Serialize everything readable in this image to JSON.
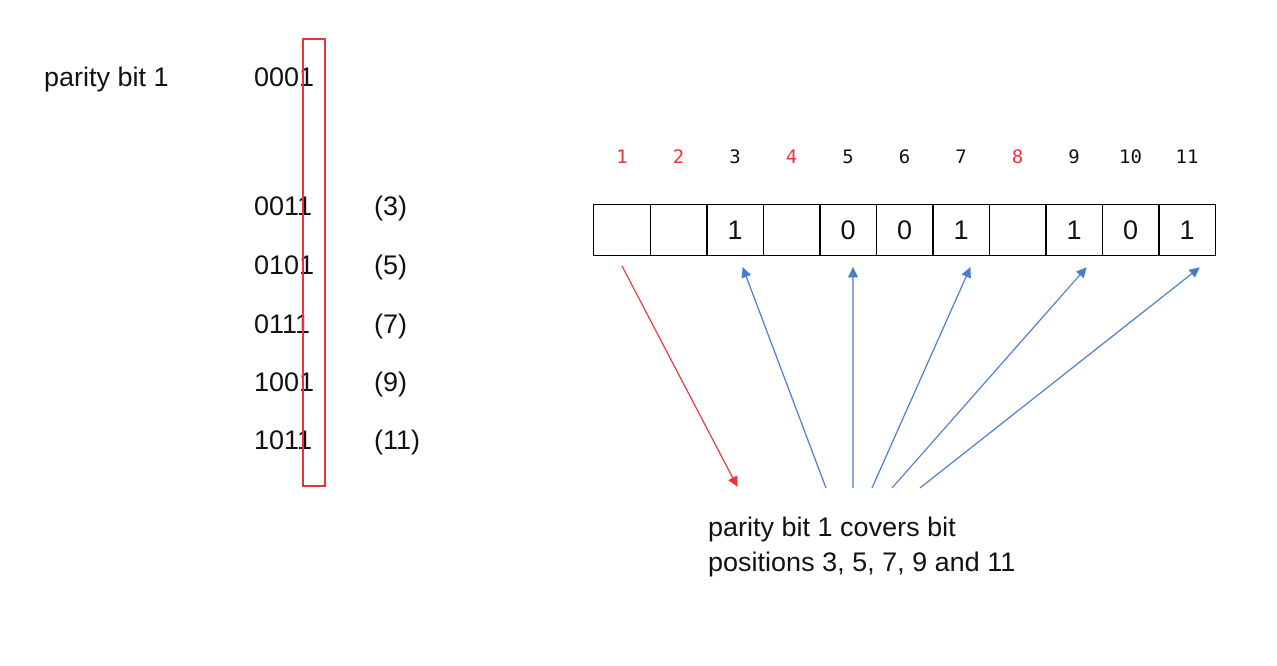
{
  "parity_label": "parity bit 1",
  "first_code": "0001",
  "codes": [
    {
      "bits": "0011",
      "pos": "(3)"
    },
    {
      "bits": "0101",
      "pos": "(5)"
    },
    {
      "bits": "0111",
      "pos": "(7)"
    },
    {
      "bits": "1001",
      "pos": "(9)"
    },
    {
      "bits": "1011",
      "pos": "(11)"
    }
  ],
  "positions": [
    {
      "n": "1",
      "parity": true
    },
    {
      "n": "2",
      "parity": true
    },
    {
      "n": "3",
      "parity": false
    },
    {
      "n": "4",
      "parity": true
    },
    {
      "n": "5",
      "parity": false
    },
    {
      "n": "6",
      "parity": false
    },
    {
      "n": "7",
      "parity": false
    },
    {
      "n": "8",
      "parity": true
    },
    {
      "n": "9",
      "parity": false
    },
    {
      "n": "10",
      "parity": false
    },
    {
      "n": "11",
      "parity": false
    }
  ],
  "cells": [
    "",
    "",
    "1",
    "",
    "0",
    "0",
    "1",
    "",
    "1",
    "0",
    "1"
  ],
  "caption": "parity bit 1 covers bit positions 3, 5, 7, 9 and 11",
  "colors": {
    "parity": "#e8333a",
    "arrow_blue": "#4a7cc7",
    "arrow_red": "#e8333a",
    "text": "#111111"
  },
  "red_arrow_from_position": "1",
  "blue_arrow_to_positions": [
    "3",
    "5",
    "7",
    "9",
    "11"
  ]
}
